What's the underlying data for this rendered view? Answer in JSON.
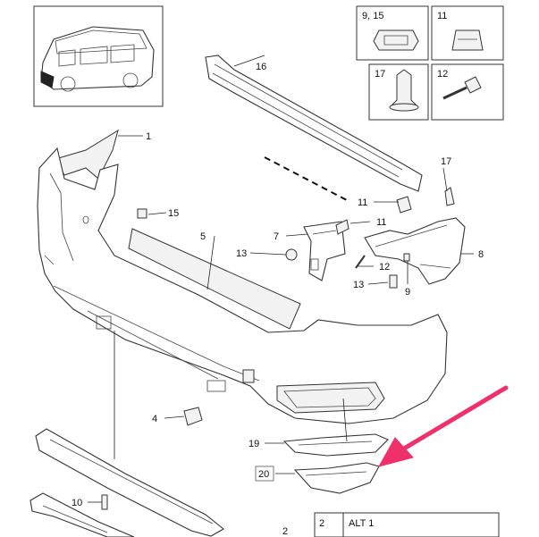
{
  "callouts": {
    "c1": "1",
    "c2": "2",
    "c4": "4",
    "c5": "5",
    "c7": "7",
    "c8": "8",
    "c9": "9",
    "c10": "10",
    "c11a": "11",
    "c11b": "11",
    "c12": "12",
    "c13a": "13",
    "c13b": "13",
    "c15": "15",
    "c16": "16",
    "c17": "17",
    "c19": "19",
    "c20": "20"
  },
  "detail_boxes": {
    "box_9_15": "9, 15",
    "box_11": "11",
    "box_17": "17",
    "box_12": "12"
  },
  "alt_box": {
    "number": "2",
    "label": "ALT 1"
  },
  "colors": {
    "arrow": "#f0306a",
    "line": "#333333"
  }
}
